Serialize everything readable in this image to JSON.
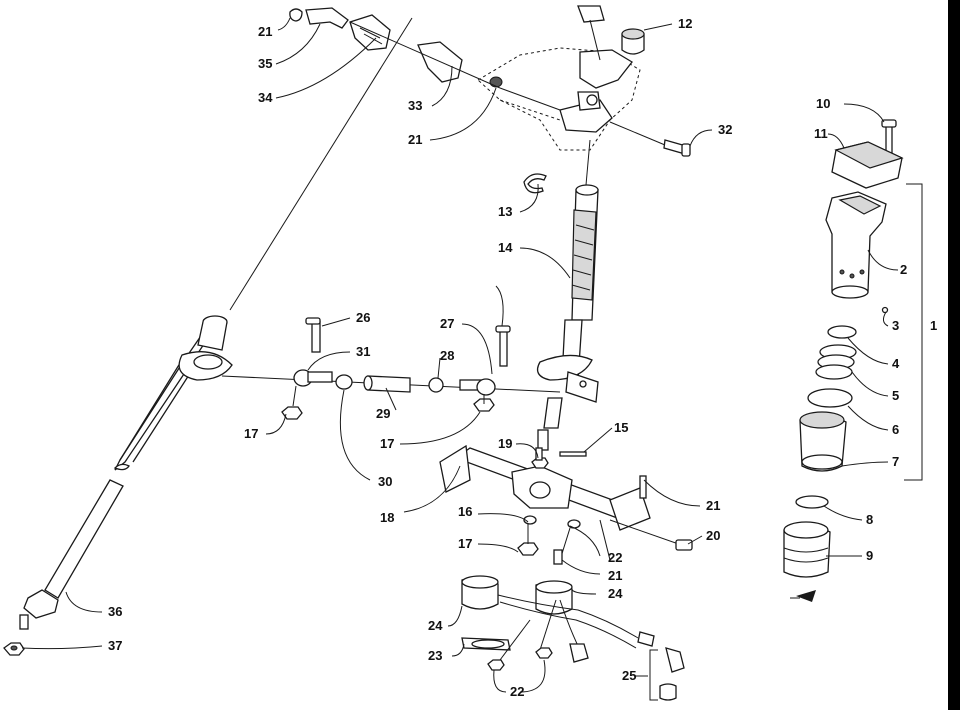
{
  "callouts": [
    "21",
    "35",
    "34",
    "33",
    "21",
    "12",
    "32",
    "13",
    "14",
    "26",
    "31",
    "27",
    "28",
    "29",
    "17",
    "17",
    "30",
    "10",
    "11",
    "2",
    "3",
    "1",
    "4",
    "5",
    "6",
    "7",
    "8",
    "9",
    "15",
    "19",
    "18",
    "16",
    "21",
    "20",
    "17",
    "22",
    "21",
    "24",
    "24",
    "36",
    "37",
    "23",
    "22",
    "25"
  ],
  "colors": {
    "line": "#1a1a1a",
    "background": "#ffffff",
    "shade": "#d8d8d8"
  }
}
